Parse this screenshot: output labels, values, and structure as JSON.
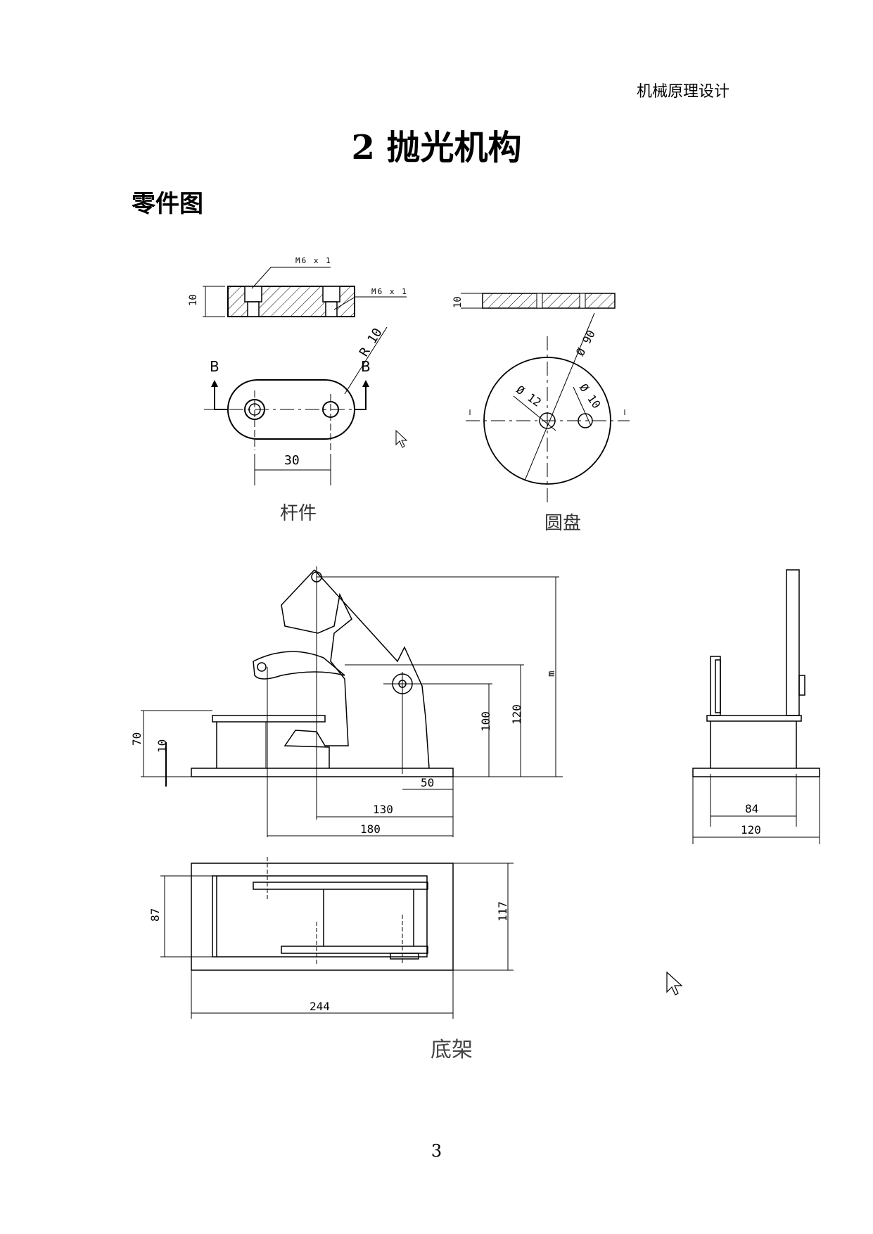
{
  "header": {
    "text": "机械原理设计"
  },
  "title": "2 抛光机构",
  "section_title": "零件图",
  "figures": {
    "rod": {
      "caption": "杆件",
      "thread_label_1": "M6 x 1",
      "thread_label_2": "M6 x 1",
      "thickness": "10",
      "radius": "R 10",
      "section_left": "B",
      "section_right": "B",
      "hole_spacing": "30"
    },
    "disc": {
      "caption": "圆盘",
      "thickness": "10",
      "outer_diameter": "Ø 90",
      "center_hole": "Ø 12",
      "offset_hole": "Ø 10"
    },
    "frame": {
      "caption": "底架",
      "dim_70": "70",
      "dim_10": "10",
      "dim_100": "100",
      "dim_120_v": "120",
      "dim_top": "m",
      "dim_50": "50",
      "dim_130": "130",
      "dim_180": "180",
      "dim_84": "84",
      "dim_120_h": "120",
      "dim_87": "87",
      "dim_117": "117",
      "dim_244": "244"
    }
  },
  "page_number": "3"
}
